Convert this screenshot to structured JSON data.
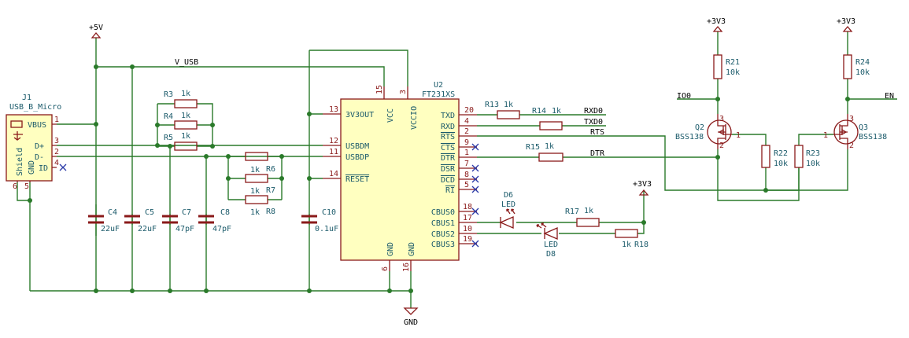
{
  "colors": {
    "wire": "#2a7a2a",
    "part": "#8a1a1a",
    "body": "#ffffc0",
    "ref": "#1a5a6a",
    "noconnect": "#2a3aa8"
  },
  "power": {
    "v5": "+5V",
    "v33": "+3V3",
    "gnd": "GND"
  },
  "nets": {
    "vusb": "V_USB",
    "io0": "IO0",
    "en": "EN",
    "rxd0": "RXD0",
    "txd0": "TXD0",
    "rts": "RTS",
    "dtr": "DTR"
  },
  "j1": {
    "ref": "J1",
    "value": "USB_B_Micro",
    "pins": [
      "VBUS",
      "D+",
      "D-",
      "ID"
    ],
    "shield": "Shield",
    "gnd": "GND",
    "pin_nums": [
      "1",
      "3",
      "2",
      "4",
      "6",
      "5"
    ]
  },
  "u2": {
    "ref": "U2",
    "value": "FT231XS",
    "left_pins": [
      {
        "name": "3V3OUT",
        "num": "13"
      },
      {
        "name": "USBDM",
        "num": "12"
      },
      {
        "name": "USBDP",
        "num": "11"
      },
      {
        "name": "RESET",
        "num": "14"
      }
    ],
    "top_pins": [
      {
        "name": "VCC",
        "num": "15"
      },
      {
        "name": "VCCIO",
        "num": "3"
      }
    ],
    "right_pins": [
      {
        "name": "TXD",
        "num": "20"
      },
      {
        "name": "RXD",
        "num": "4"
      },
      {
        "name": "RTS",
        "num": "2"
      },
      {
        "name": "CTS",
        "num": "9"
      },
      {
        "name": "DTR",
        "num": "1"
      },
      {
        "name": "DSR",
        "num": "7"
      },
      {
        "name": "DCD",
        "num": "8"
      },
      {
        "name": "RI",
        "num": "5"
      },
      {
        "name": "CBUS0",
        "num": "18"
      },
      {
        "name": "CBUS1",
        "num": "17"
      },
      {
        "name": "CBUS2",
        "num": "10"
      },
      {
        "name": "CBUS3",
        "num": "19"
      }
    ],
    "bottom_pins": [
      {
        "name": "GND",
        "num": "6"
      },
      {
        "name": "GND",
        "num": "16"
      }
    ]
  },
  "resistors": {
    "r3": {
      "ref": "R3",
      "value": "1k"
    },
    "r4": {
      "ref": "R4",
      "value": "1k"
    },
    "r5": {
      "ref": "R5",
      "value": "1k"
    },
    "r6": {
      "ref": "R6",
      "value": "1k"
    },
    "r7": {
      "ref": "R7",
      "value": "1k"
    },
    "r8": {
      "ref": "R8",
      "value": "1k"
    },
    "r13": {
      "ref": "R13",
      "value": "1k"
    },
    "r14": {
      "ref": "R14",
      "value": "1k"
    },
    "r15": {
      "ref": "R15",
      "value": "1k"
    },
    "r17": {
      "ref": "R17",
      "value": "1k"
    },
    "r18": {
      "ref": "R18",
      "value": "1k"
    },
    "r21": {
      "ref": "R21",
      "value": "10k"
    },
    "r22": {
      "ref": "R22",
      "value": "10k"
    },
    "r23": {
      "ref": "R23",
      "value": "10k"
    },
    "r24": {
      "ref": "R24",
      "value": "10k"
    }
  },
  "capacitors": {
    "c4": {
      "ref": "C4",
      "value": "22uF"
    },
    "c5": {
      "ref": "C5",
      "value": "22uF"
    },
    "c7": {
      "ref": "C7",
      "value": "47pF"
    },
    "c8": {
      "ref": "C8",
      "value": "47pF"
    },
    "c10": {
      "ref": "C10",
      "value": "0.1uF"
    }
  },
  "leds": {
    "d6": {
      "ref": "D6",
      "value": "LED"
    },
    "d8": {
      "ref": "D8",
      "value": "LED"
    }
  },
  "mosfets": {
    "q2": {
      "ref": "Q2",
      "value": "BSS138"
    },
    "q3": {
      "ref": "Q3",
      "value": "BSS138"
    },
    "pins": [
      "1",
      "2",
      "3"
    ]
  }
}
